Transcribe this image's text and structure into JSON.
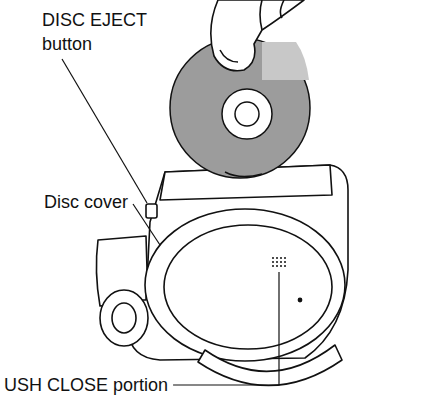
{
  "diagram": {
    "labels": [
      "DISC EJECT button",
      "Disc cover",
      "USH CLOSE portion"
    ]
  }
}
